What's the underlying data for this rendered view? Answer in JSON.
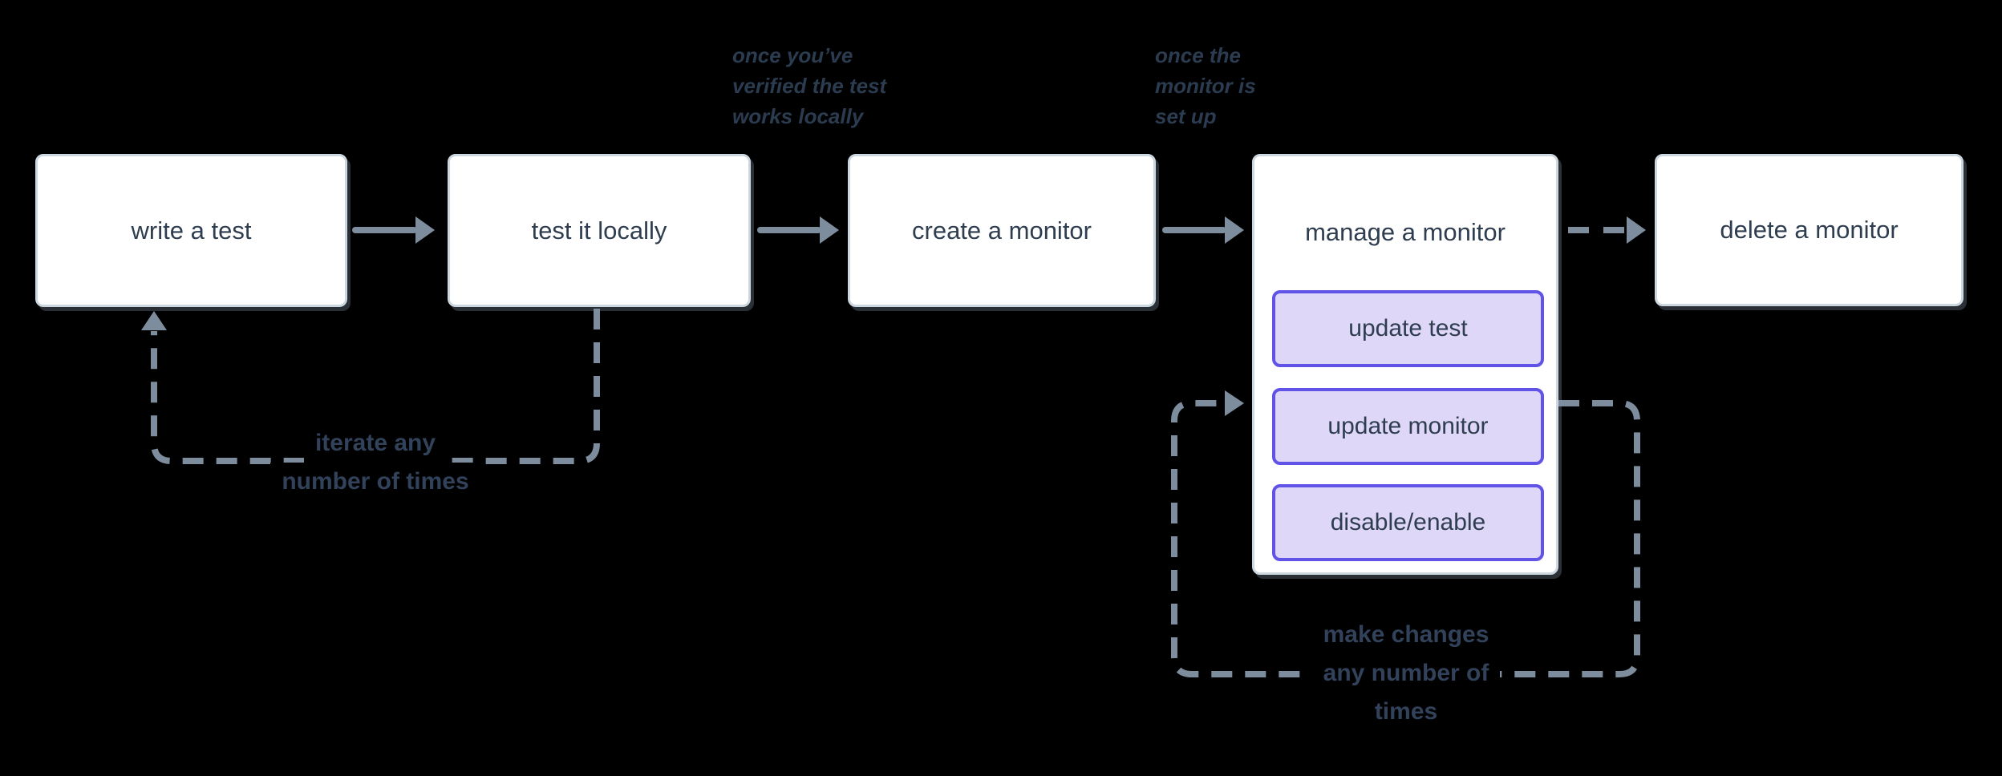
{
  "colors": {
    "bg": "#000000",
    "box-border": "#cdd7e0",
    "box-fill": "#ffffff",
    "box-text": "#2e3d4f",
    "arrow": "#7e8d9d",
    "button-border": "#6153e8",
    "button-fill": "#ded7f8",
    "note-text": "#2c3c50",
    "loop-text": "#31425a"
  },
  "nodes": [
    {
      "label": "write a test"
    },
    {
      "label": "test it locally"
    },
    {
      "label": "create a monitor"
    },
    {
      "label": "manage a monitor",
      "buttons": [
        {
          "label": "update test"
        },
        {
          "label": "update monitor"
        },
        {
          "label": "disable/enable"
        }
      ]
    },
    {
      "label": "delete a monitor"
    }
  ],
  "annotations": [
    {
      "lines": [
        "once you’ve",
        "verified the test",
        "works locally"
      ]
    },
    {
      "lines": [
        "once the",
        "monitor is",
        "set up"
      ]
    }
  ],
  "loop_labels": [
    {
      "lines": [
        "iterate any",
        "number of times"
      ]
    },
    {
      "lines": [
        "make changes",
        "any number of",
        "times"
      ]
    }
  ]
}
